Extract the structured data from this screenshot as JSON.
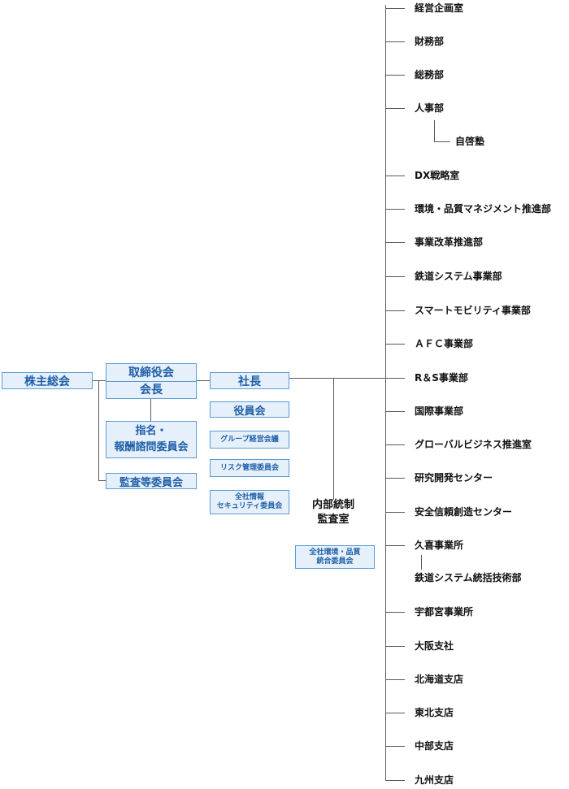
{
  "left": {
    "shareholders": "株主総会",
    "board_line1": "取締役会",
    "board_line2": "会長",
    "nomination_line1": "指名・",
    "nomination_line2": "報酬諮問委員会",
    "audit_committee": "監査等委員会"
  },
  "center": {
    "president": "社長",
    "officers": "役員会",
    "group_meeting": "グループ経営会議",
    "risk_committee": "リスク管理委員会",
    "security_line1": "全社情報",
    "security_line2": "セキュリティ委員会",
    "internal_audit_line1": "内部統制",
    "internal_audit_line2": "監査室",
    "quality_line1": "全社環境・品質",
    "quality_line2": "統合委員会"
  },
  "departments": [
    {
      "label": "経営企画室"
    },
    {
      "label": "財務部"
    },
    {
      "label": "総務部"
    },
    {
      "label": "人事部"
    },
    {
      "label": "DX戦略室"
    },
    {
      "label": "環境・品質マネジメント推進部"
    },
    {
      "label": "事業改革推進部"
    },
    {
      "label": "鉄道システム事業部"
    },
    {
      "label": "スマートモビリティ事業部"
    },
    {
      "label": "ＡＦＣ事業部"
    },
    {
      "label": "R＆S事業部"
    },
    {
      "label": "国際事業部"
    },
    {
      "label": "グローバルビジネス推進室"
    },
    {
      "label": "研究開発センター"
    },
    {
      "label": "安全信頼創造センター"
    },
    {
      "label": "久喜事業所"
    },
    {
      "label": "宇都宮事業所"
    },
    {
      "label": "大阪支社"
    },
    {
      "label": "北海道支店"
    },
    {
      "label": "東北支店"
    },
    {
      "label": "中部支店"
    },
    {
      "label": "九州支店"
    }
  ],
  "sub_departments": {
    "hr_sub": "自啓塾",
    "kuki_sub": "鉄道システム統括技術部"
  }
}
